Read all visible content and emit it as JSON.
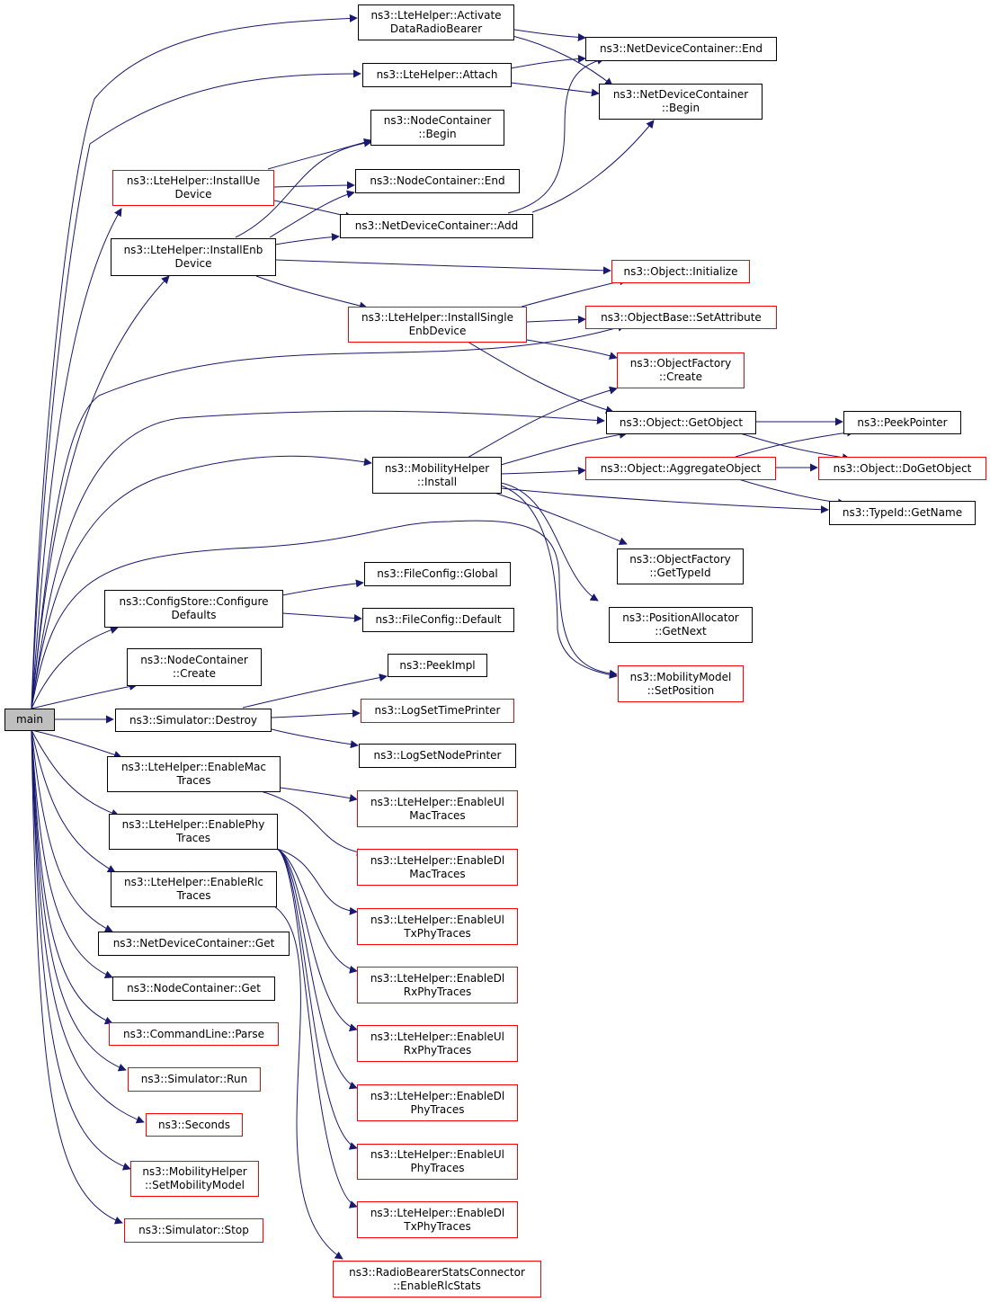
{
  "colors": {
    "edge": "#191970",
    "red_border": "#ff0000",
    "black_border": "#000000",
    "root_fill": "#bfbfbf"
  },
  "nodes": {
    "main": "main",
    "activate": "ns3::LteHelper::Activate\nDataRadioBearer",
    "attach": "ns3::LteHelper::Attach",
    "ndc_end": "ns3::NetDeviceContainer::End",
    "ndc_begin": "ns3::NetDeviceContainer\n::Begin",
    "nc_begin": "ns3::NodeContainer\n::Begin",
    "installue": "ns3::LteHelper::InstallUe\nDevice",
    "nc_end": "ns3::NodeContainer::End",
    "ndc_add": "ns3::NetDeviceContainer::Add",
    "installenb": "ns3::LteHelper::InstallEnb\nDevice",
    "obj_init": "ns3::Object::Initialize",
    "installsingle": "ns3::LteHelper::InstallSingle\nEnbDevice",
    "setattr": "ns3::ObjectBase::SetAttribute",
    "of_create": "ns3::ObjectFactory\n::Create",
    "getobject": "ns3::Object::GetObject",
    "peekpointer": "ns3::PeekPointer",
    "mob_install": "ns3::MobilityHelper\n::Install",
    "aggregate": "ns3::Object::AggregateObject",
    "dogetobject": "ns3::Object::DoGetObject",
    "typeid": "ns3::TypeId::GetName",
    "of_typeid": "ns3::ObjectFactory\n::GetTypeId",
    "pa_next": "ns3::PositionAllocator\n::GetNext",
    "fc_global": "ns3::FileConfig::Global",
    "cs_config": "ns3::ConfigStore::Configure\nDefaults",
    "fc_default": "ns3::FileConfig::Default",
    "nc_create": "ns3::NodeContainer\n::Create",
    "mm_setpos": "ns3::MobilityModel\n::SetPosition",
    "peekimpl": "ns3::PeekImpl",
    "sim_destroy": "ns3::Simulator::Destroy",
    "logtime": "ns3::LogSetTimePrinter",
    "lognode": "ns3::LogSetNodePrinter",
    "en_mac": "ns3::LteHelper::EnableMac\nTraces",
    "en_ulmac": "ns3::LteHelper::EnableUl\nMacTraces",
    "en_phy": "ns3::LteHelper::EnablePhy\nTraces",
    "en_dlmac": "ns3::LteHelper::EnableDl\nMacTraces",
    "en_rlc": "ns3::LteHelper::EnableRlc\nTraces",
    "en_ultxphy": "ns3::LteHelper::EnableUl\nTxPhyTraces",
    "ndc_get": "ns3::NetDeviceContainer::Get",
    "en_dlrxphy": "ns3::LteHelper::EnableDl\nRxPhyTraces",
    "nc_get": "ns3::NodeContainer::Get",
    "cl_parse": "ns3::CommandLine::Parse",
    "en_ulrxphy": "ns3::LteHelper::EnableUl\nRxPhyTraces",
    "sim_run": "ns3::Simulator::Run",
    "en_dlphy": "ns3::LteHelper::EnableDl\nPhyTraces",
    "seconds": "ns3::Seconds",
    "mh_setmob": "ns3::MobilityHelper\n::SetMobilityModel",
    "en_ulphy": "ns3::LteHelper::EnableUl\nPhyTraces",
    "sim_stop": "ns3::Simulator::Stop",
    "en_dltxphy": "ns3::LteHelper::EnableDl\nTxPhyTraces",
    "rbsc": "ns3::RadioBearerStatsConnector\n::EnableRlcStats"
  }
}
